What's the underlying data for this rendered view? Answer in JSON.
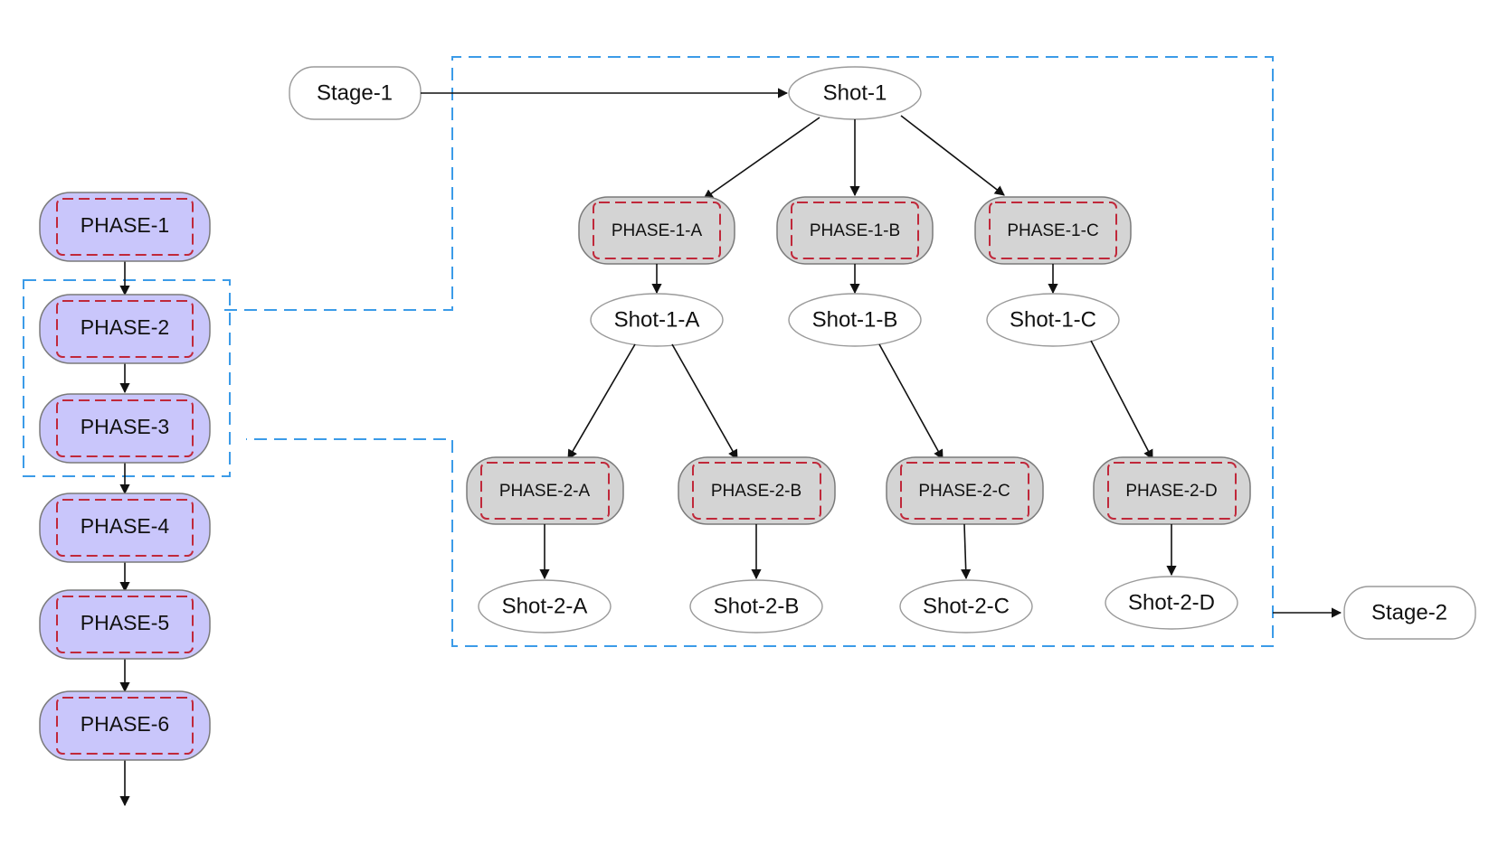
{
  "phases": [
    {
      "key": "phase-1",
      "label": "PHASE-1"
    },
    {
      "key": "phase-2",
      "label": "PHASE-2"
    },
    {
      "key": "phase-3",
      "label": "PHASE-3"
    },
    {
      "key": "phase-4",
      "label": "PHASE-4"
    },
    {
      "key": "phase-5",
      "label": "PHASE-5"
    },
    {
      "key": "phase-6",
      "label": "PHASE-6"
    }
  ],
  "stages": {
    "start": "Stage-1",
    "end": "Stage-2"
  },
  "tree": {
    "root": "Shot-1",
    "level1": [
      {
        "key": "phase-1-a",
        "phase": "PHASE-1-A",
        "shot": "Shot-1-A"
      },
      {
        "key": "phase-1-b",
        "phase": "PHASE-1-B",
        "shot": "Shot-1-B"
      },
      {
        "key": "phase-1-c",
        "phase": "PHASE-1-C",
        "shot": "Shot-1-C"
      }
    ],
    "level2": [
      {
        "key": "phase-2-a",
        "phase": "PHASE-2-A",
        "shot": "Shot-2-A",
        "parent": "phase-1-a"
      },
      {
        "key": "phase-2-b",
        "phase": "PHASE-2-B",
        "shot": "Shot-2-B",
        "parent": "phase-1-a"
      },
      {
        "key": "phase-2-c",
        "phase": "PHASE-2-C",
        "shot": "Shot-2-C",
        "parent": "phase-1-b"
      },
      {
        "key": "phase-2-d",
        "phase": "PHASE-2-D",
        "shot": "Shot-2-D",
        "parent": "phase-1-c"
      }
    ]
  },
  "colors": {
    "phase_fill": "#c9c6fb",
    "sub_phase_fill": "#d4d4d4",
    "node_border": "#7a7a7a",
    "inner_dash": "#c0283a",
    "group_dash": "#3b9be8",
    "shot_border": "#9a9a9a",
    "arrow": "#111111"
  }
}
